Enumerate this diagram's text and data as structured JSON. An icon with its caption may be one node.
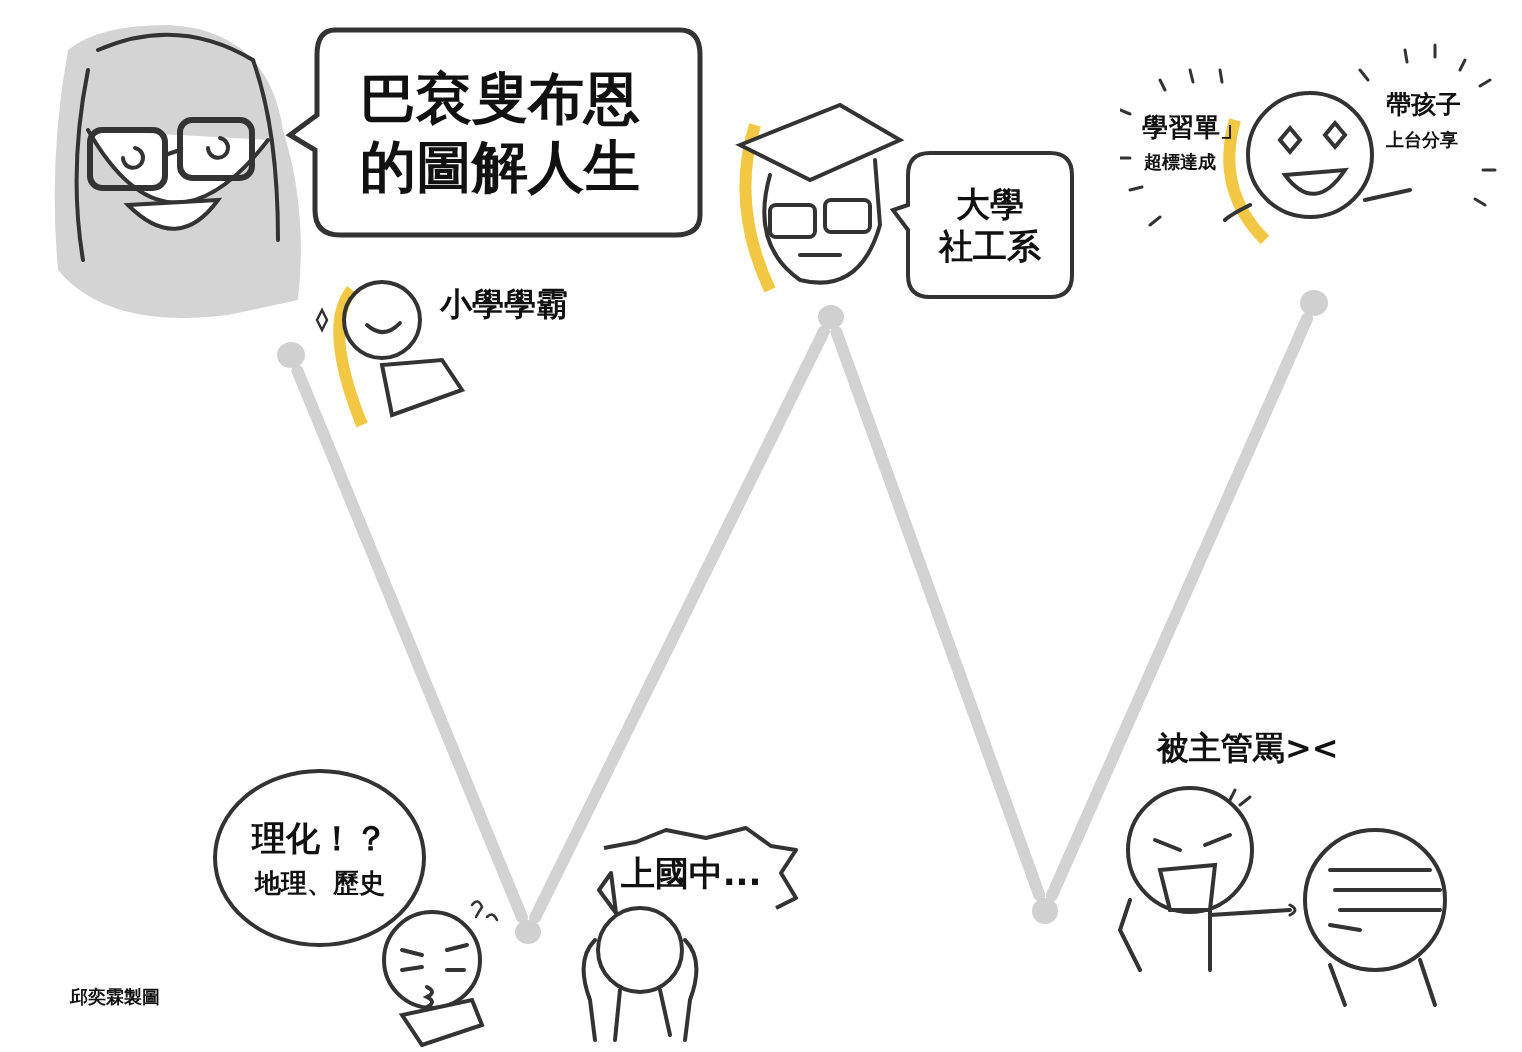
{
  "diagram": {
    "nodes": [
      {
        "text": [
          "巴袞叟布恩的圖解人生"
        ]
      },
      {
        "text": [
          "大學",
          "社工系"
        ]
      },
      {
        "text": [],
        "shape": "circle"
      },
      {
        "text": [],
        "shape": "circle"
      },
      {
        "text": [],
        "shape": "circle"
      },
      {
        "text": [
          "理化！？",
          "地理、歷史"
        ]
      },
      {
        "text": [
          "上國中..."
        ]
      },
      {
        "text": [],
        "shape": "circle"
      },
      {
        "text": [],
        "shape": "circle"
      }
    ],
    "edges": [
      {
        "from": 2,
        "to": 7,
        "arrow": "none"
      },
      {
        "from": 7,
        "to": 3,
        "arrow": "none"
      },
      {
        "from": 3,
        "to": 8,
        "arrow": "none"
      },
      {
        "from": 8,
        "to": 4,
        "arrow": "none"
      }
    ],
    "labels": [
      "小學學霸",
      "學習單」",
      "超標達成",
      "帶孩子",
      "上台分享",
      "被主管罵><",
      "邱奕霖製圖"
    ]
  }
}
